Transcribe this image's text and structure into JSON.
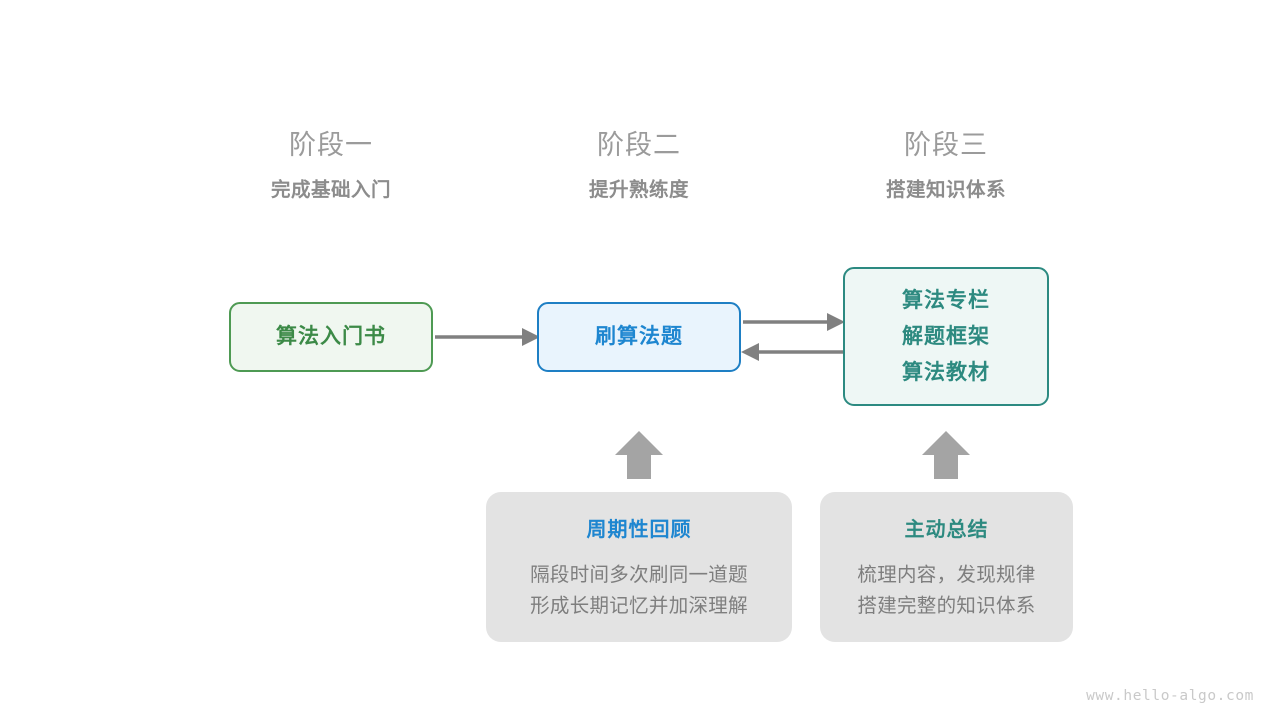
{
  "stages": [
    {
      "title": "阶段一",
      "subtitle": "完成基础入门"
    },
    {
      "title": "阶段二",
      "subtitle": "提升熟练度"
    },
    {
      "title": "阶段三",
      "subtitle": "搭建知识体系"
    }
  ],
  "nodes": {
    "book": {
      "label": "算法入门书",
      "accent": "#3c8a47"
    },
    "practice": {
      "label": "刷算法题",
      "accent": "#1e86d0"
    },
    "resources": {
      "lines": [
        "算法专栏",
        "解题框架",
        "算法教材"
      ],
      "accent": "#2d8a80"
    }
  },
  "panels": [
    {
      "title": "周期性回顾",
      "body_lines": [
        "隔段时间多次刷同一道题",
        "形成长期记忆并加深理解"
      ],
      "accent": "#1e86d0"
    },
    {
      "title": "主动总结",
      "body_lines": [
        "梳理内容，发现规律",
        "搭建完整的知识体系"
      ],
      "accent": "#2d8a80"
    }
  ],
  "arrows": {
    "book_to_practice": "arrow-right-icon",
    "practice_to_resources": "arrow-right-icon",
    "resources_to_practice": "arrow-left-icon",
    "review_up": "arrow-up-icon",
    "summary_up": "arrow-up-icon",
    "color": "#808080"
  },
  "watermark": "www.hello-algo.com"
}
